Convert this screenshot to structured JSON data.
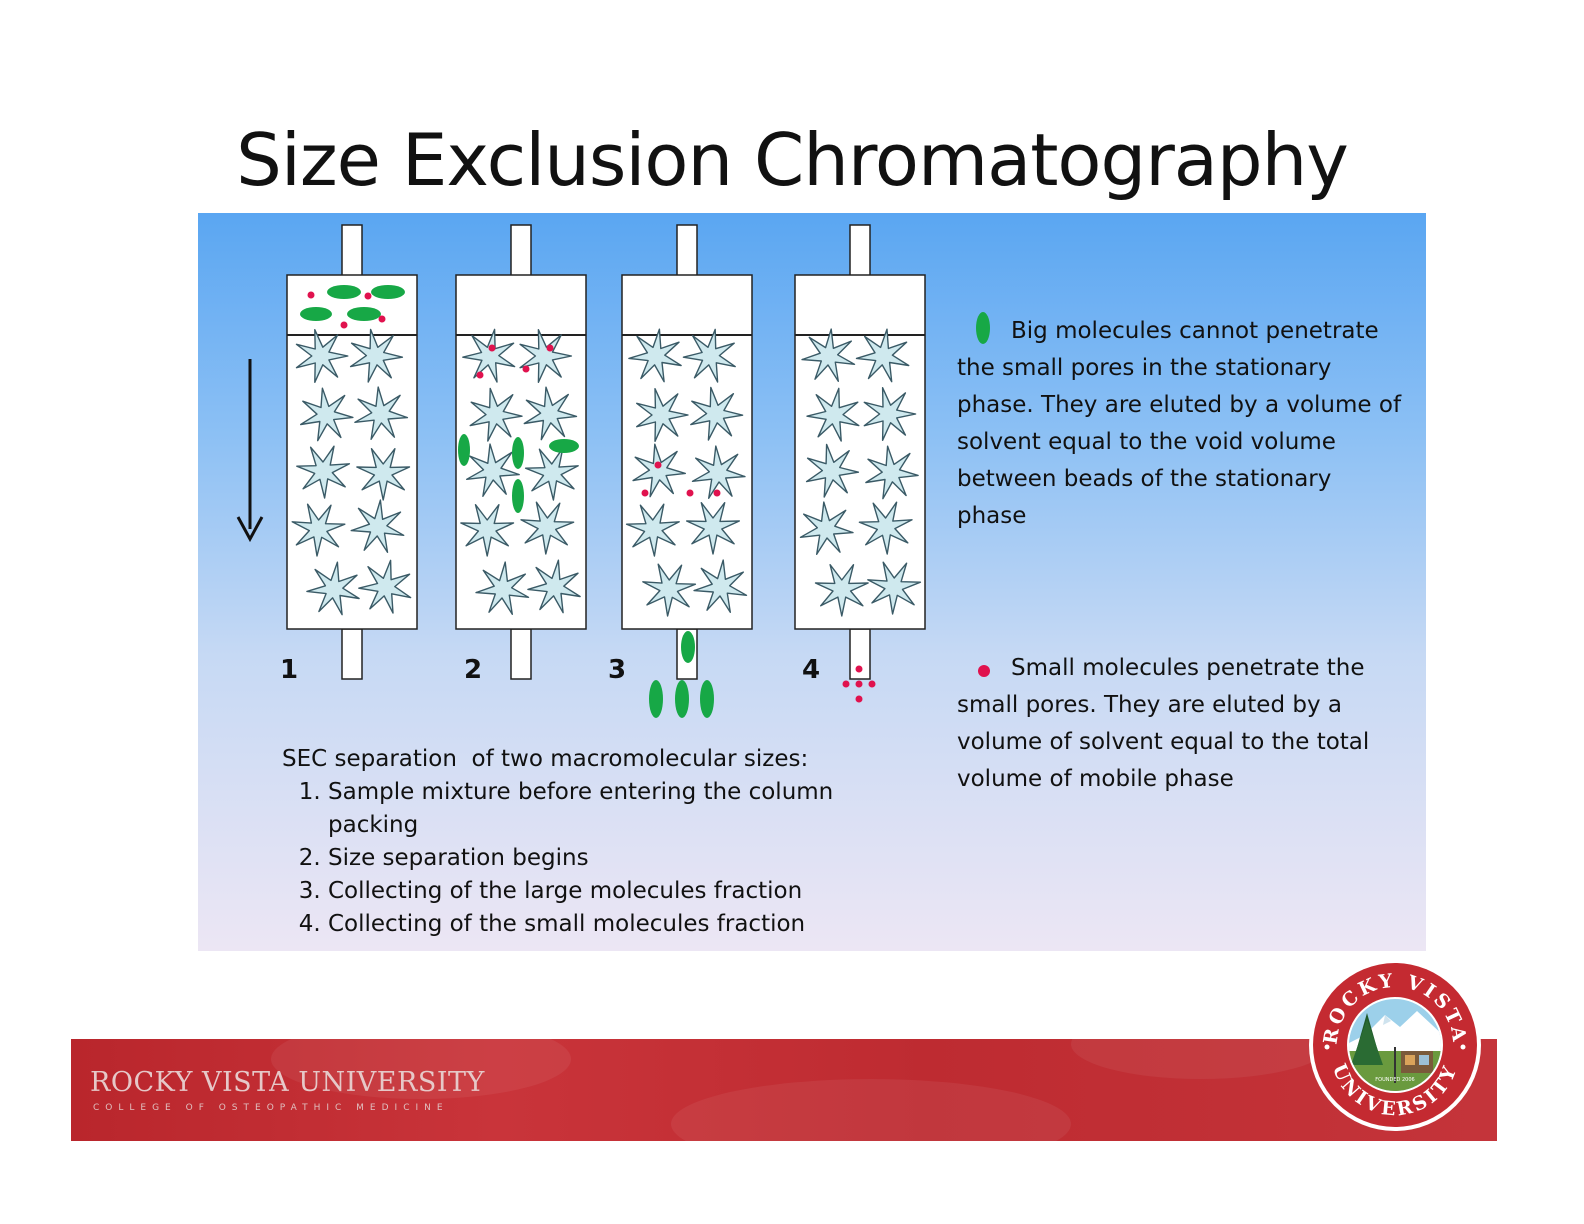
{
  "title": "Size Exclusion Chromatography",
  "diagram": {
    "column_numbers": [
      "1",
      "2",
      "3",
      "4"
    ],
    "big_molecules_text": "Big molecules cannot penetrate the small pores in the stationary phase. They are eluted by a volume of solvent equal to the void volume between beads of the stationary phase",
    "small_molecules_text": "Small molecules penetrate the small pores. They are eluted by a volume of solvent equal to the total volume of mobile phase",
    "steps_heading": "SEC separation  of two macromolecular sizes:",
    "steps": [
      "Sample mixture before entering the column packing",
      "Size separation begins",
      "Collecting of the large molecules fraction",
      "Collecting of the small molecules fraction"
    ],
    "colors": {
      "big_molecule": "#17a846",
      "small_molecule": "#e0124e",
      "bead_fill": "#cfe9ee",
      "bead_stroke": "#3a5a66"
    }
  },
  "footer": {
    "brand_name": "ROCKY VISTA UNIVERSITY",
    "brand_subtitle": "COLLEGE OF OSTEOPATHIC MEDICINE",
    "seal_top": "ROCKY VISTA",
    "seal_bottom": "UNIVERSITY",
    "seal_founded": "FOUNDED 2006",
    "band_color": "#c0262e"
  }
}
